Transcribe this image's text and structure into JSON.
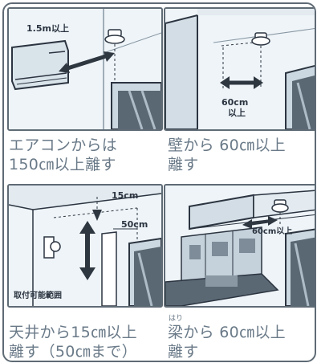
{
  "panels": [
    {
      "label": "1.5m以上",
      "caption_line1": "エアコンからは",
      "caption_line2": "150㎝以上離す"
    },
    {
      "label_line1": "60cm",
      "label_line2": "以上",
      "caption_line1": "壁から 60㎝以上",
      "caption_line2": "離す"
    },
    {
      "label_top": "15cm",
      "label_side": "50cm",
      "label_range": "取付可能範囲",
      "caption_line1": "天井から15㎝以上",
      "caption_line2": "離す（50㎝まで）"
    },
    {
      "label": "60cm以上",
      "ruby": "はり",
      "caption_line1": "梁から 60㎝以上",
      "caption_line2": "離す"
    }
  ],
  "colors": {
    "frame": "#5f6b75",
    "caption": "#6a7a88",
    "arrow": "#2e3640",
    "panel_bg": "#f3f8fb"
  }
}
